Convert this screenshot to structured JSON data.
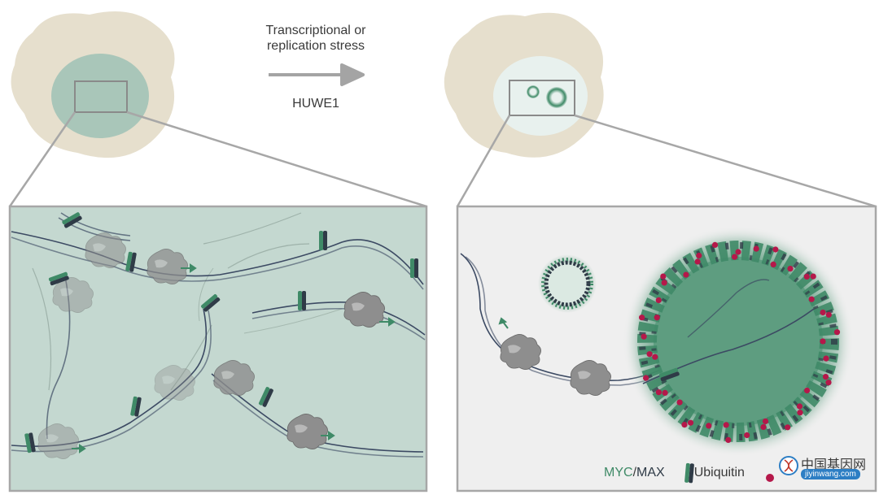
{
  "labels": {
    "stress_line1": "Transcriptional or",
    "stress_line2": "replication stress",
    "huwe1": "HUWE1"
  },
  "legend": {
    "myc": "MYC",
    "slash": "/",
    "max": "MAX",
    "ubiquitin": "Ubiquitin"
  },
  "watermark": {
    "cn": "中国基因网",
    "url": "jiyinwang.com"
  },
  "colors": {
    "cell": "#e6dfcd",
    "nucleus_before": "#a9c6b9",
    "panel_before": "#c4d8d0",
    "panel_after": "#efefef",
    "nucleus_after": "#e8f1ee",
    "condensate": "#3f8a67",
    "myc": "#3f8a67",
    "max": "#2f3b47",
    "ubiquitin": "#b5184a",
    "dna": "#3c4a63",
    "polymerase": "#8f8f8f",
    "arrow": "#a4a4a4"
  }
}
